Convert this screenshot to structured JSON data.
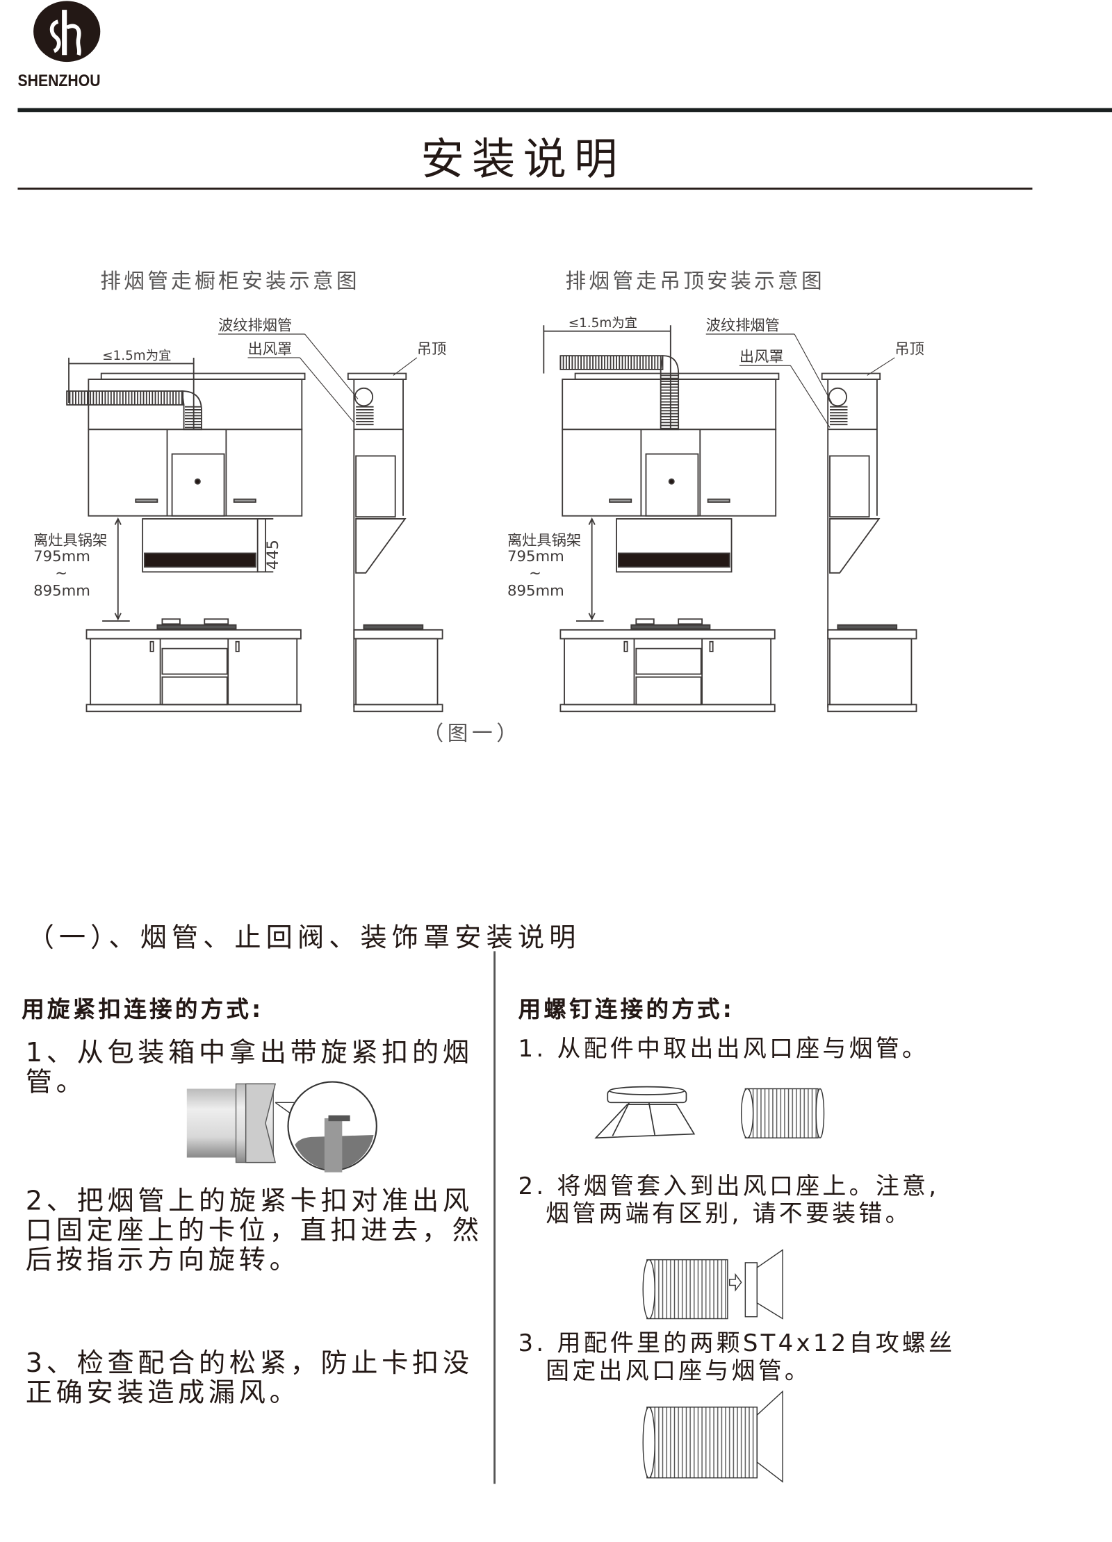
{
  "brand": {
    "name": "SHENZHOU",
    "logo_mark": "sh"
  },
  "page_title": "安装说明",
  "figure": {
    "left_title": "排烟管走橱柜安装示意图",
    "right_title": "排烟管走吊顶安装示意图",
    "distance_label": "≤1.5m为宜",
    "duct_label": "波纹排烟管",
    "outlet_label": "出风罩",
    "ceiling_label": "吊顶",
    "height_label": "离灶具锅架",
    "height_min": "795mm",
    "height_sep": "~",
    "height_max": "895mm",
    "hood_height": "445",
    "caption": "（图一）"
  },
  "section": {
    "heading": "（一）、烟管、止回阀、装饰罩安装说明",
    "left": {
      "title": "用旋紧扣连接的方式:",
      "steps": [
        "1、从包装箱中拿出带旋紧扣的烟管。",
        "2、把烟管上的旋紧卡扣对准出风口固定座上的卡位，直扣进去，然后按指示方向旋转。",
        "3、检查配合的松紧，防止卡扣没正确安装造成漏风。"
      ]
    },
    "right": {
      "title": "用螺钉连接的方式:",
      "steps": [
        "1. 从配件中取出出风口座与烟管。",
        "2. 将烟管套入到出风口座上。注意, 烟管两端有区别, 请不要装错。",
        "3. 用配件里的两颗ST4x12自攻螺丝固定出风口座与烟管。"
      ]
    }
  },
  "colors": {
    "ink": "#231815",
    "line": "#3e3a39",
    "gray": "#595757"
  }
}
